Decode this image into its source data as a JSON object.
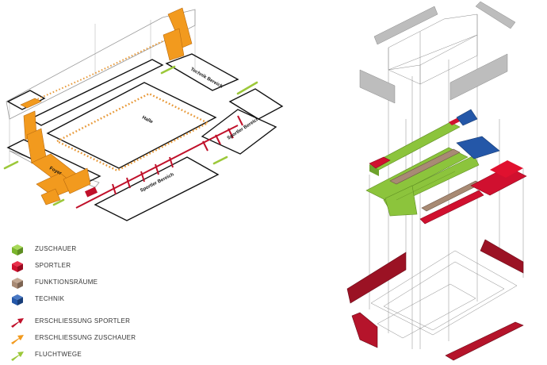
{
  "plan": {
    "labels": {
      "technik_bereich": "Technik Bereich",
      "halle": "Halle",
      "sportler_bereich_right": "Sportler Bereich",
      "sportler_bereich_front": "Sportler Bereich",
      "foyer": "Foyer"
    }
  },
  "legend": {
    "items": [
      {
        "label": "ZUSCHAUER",
        "color": "#8cc43c"
      },
      {
        "label": "SPORTLER",
        "color": "#d0102f"
      },
      {
        "label": "FUNKTIONSRÄUME",
        "color": "#a88a74"
      },
      {
        "label": "TECHNIK",
        "color": "#2457a8"
      }
    ],
    "flows": [
      {
        "label": "ERSCHLIESSUNG SPORTLER",
        "color": "#c0102a"
      },
      {
        "label": "ERSCHLIESSUNG ZUSCHAUER",
        "color": "#f29a1e"
      },
      {
        "label": "FLUCHTWEGE",
        "color": "#9cc83a"
      }
    ]
  },
  "colors": {
    "zuschauer": "#8cc43c",
    "sportler": "#d0102f",
    "sportler_dark": "#9b1224",
    "funktion": "#a88a74",
    "technik": "#2457a8",
    "erschliessung_zuschauer": "#f29a1e",
    "fluchtwege": "#9cc83a",
    "grey_panel": "#bdbdbd"
  }
}
